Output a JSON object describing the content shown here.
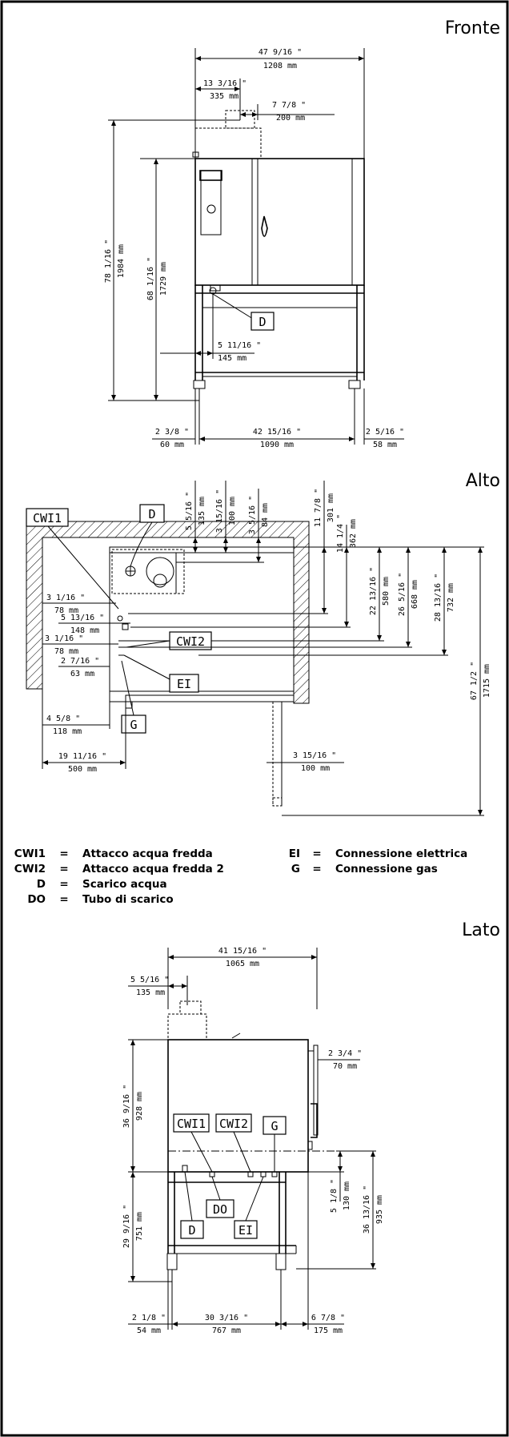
{
  "views": {
    "front": "Fronte",
    "top": "Alto",
    "side": "Lato"
  },
  "front": {
    "width_in": "47 9/16 \"",
    "width_mm": "1208 mm",
    "flue_in": "13 3/16 \"",
    "flue_mm": "335 mm",
    "flue2_in": "7 7/8 \"",
    "flue2_mm": "200 mm",
    "total_h_in": "78 1/16 \"",
    "total_h_mm": "1984 mm",
    "oven_h_in": "68 1/16 \"",
    "oven_h_mm": "1729 mm",
    "drain_in": "5 11/16 \"",
    "drain_mm": "145 mm",
    "left_in": "2 3/8 \"",
    "left_mm": "60 mm",
    "feet_in": "42 15/16 \"",
    "feet_mm": "1090 mm",
    "right_in": "2 5/16 \"",
    "right_mm": "58 mm",
    "tag_d": "D"
  },
  "top": {
    "tags": {
      "cwi1": "CWI1",
      "d": "D",
      "cwi2": "CWI2",
      "ei": "EI",
      "g": "G"
    },
    "v1_in": "5 5/16 \"",
    "v1_mm": "135 mm",
    "v2_in": "3 15/16 \"",
    "v2_mm": "100 mm",
    "v3_in": "3 5/16 \"",
    "v3_mm": "84 mm",
    "v4_in": "11 7/8 \"",
    "v4_mm": "301 mm",
    "v5_in": "14 1/4 \"",
    "v5_mm": "362 mm",
    "v6_in": "22 13/16 \"",
    "v6_mm": "580 mm",
    "v7_in": "26 5/16 \"",
    "v7_mm": "668 mm",
    "v8_in": "28 13/16 \"",
    "v8_mm": "732 mm",
    "v9_in": "67 1/2 \"",
    "v9_mm": "1715 mm",
    "h1_in": "3 1/16 \"",
    "h1_mm": "78 mm",
    "h2_in": "5 13/16 \"",
    "h2_mm": "148 mm",
    "h3_in": "3 1/16 \"",
    "h3_mm": "78 mm",
    "h4_in": "2 7/16 \"",
    "h4_mm": "63 mm",
    "h5_in": "4 5/8 \"",
    "h5_mm": "118 mm",
    "h6_in": "19 11/16 \"",
    "h6_mm": "500 mm",
    "h7_in": "3 15/16 \"",
    "h7_mm": "100 mm"
  },
  "legend": [
    {
      "code": "CWI1",
      "eq": "=",
      "text": "Attacco acqua fredda"
    },
    {
      "code": "CWI2",
      "eq": "=",
      "text": "Attacco acqua fredda 2"
    },
    {
      "code": "D",
      "eq": "=",
      "text": "Scarico acqua"
    },
    {
      "code": "DO",
      "eq": "=",
      "text": "Tubo di scarico"
    },
    {
      "code": "EI",
      "eq": "=",
      "text": "Connessione elettrica"
    },
    {
      "code": "G",
      "eq": "=",
      "text": "Connessione gas"
    }
  ],
  "side": {
    "tags": {
      "cwi1": "CWI1",
      "cwi2": "CWI2",
      "g": "G",
      "do": "DO",
      "d": "D",
      "ei": "EI"
    },
    "depth_in": "41 15/16 \"",
    "depth_mm": "1065 mm",
    "flue_in": "5 5/16 \"",
    "flue_mm": "135 mm",
    "handle_in": "2 3/4 \"",
    "handle_mm": "70 mm",
    "oven_h_in": "36 9/16 \"",
    "oven_h_mm": "928 mm",
    "stand_in": "29 9/16 \"",
    "stand_mm": "751 mm",
    "conn_in": "5 1/8 \"",
    "conn_mm": "130 mm",
    "conn_total_in": "36 13/16 \"",
    "conn_total_mm": "935 mm",
    "left_in": "2 1/8 \"",
    "left_mm": "54 mm",
    "feet_in": "30 3/16 \"",
    "feet_mm": "767 mm",
    "right_in": "6 7/8 \"",
    "right_mm": "175 mm"
  }
}
